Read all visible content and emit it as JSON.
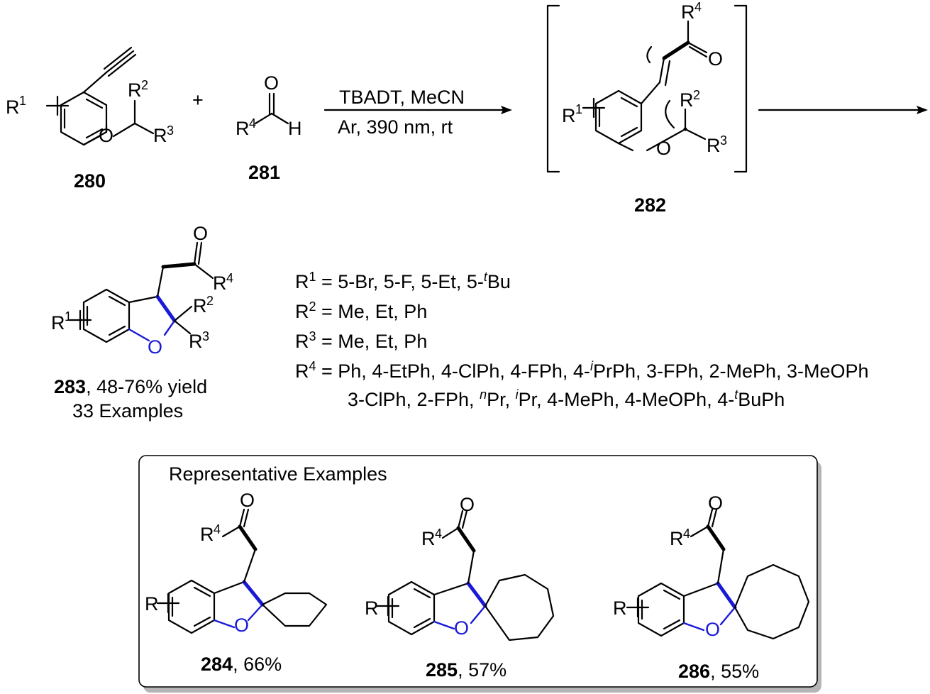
{
  "atoms": {
    "R": "R",
    "O": "O",
    "H": "H",
    "plus": "+",
    "n1": "1",
    "n2": "2",
    "n3": "3",
    "n4": "4",
    "italic_t": "t",
    "italic_i": "i",
    "italic_n": "n"
  },
  "compounds": {
    "c280": "280",
    "c281": "281",
    "c282": "282",
    "c283": "283",
    "c283_yield": ", 48-76% yield",
    "c283_examples": "33 Examples",
    "c284": "284",
    "c284_yield": ", 66%",
    "c285": "285",
    "c285_yield": ", 57%",
    "c286": "286",
    "c286_yield": ", 55%"
  },
  "conditions": {
    "line1": "TBADT, MeCN",
    "line2": "Ar, 390 nm, rt"
  },
  "substituents": {
    "r1_prefix": " = 5-Br, 5-F, 5-Et, 5-",
    "r1_suffix": "Bu",
    "r2_text": " = Me, Et, Ph",
    "r3_text": " = Me, Et, Ph",
    "r4_a": " = Ph, 4-EtPh, 4-ClPh, 4-FPh, 4-",
    "r4_b": "PrPh, 3-FPh, 2-MePh, 3-MeOPh",
    "r4_line2_a": "3-ClPh, 2-FPh, ",
    "r4_line2_b": "Pr, ",
    "r4_line2_c": "Pr, 4-MePh, 4-MeOPh, 4-",
    "r4_line2_d": "BuPh"
  },
  "box": {
    "title": "Representative Examples"
  },
  "colors": {
    "highlight": "#1a1ad6",
    "ink": "#000000"
  }
}
